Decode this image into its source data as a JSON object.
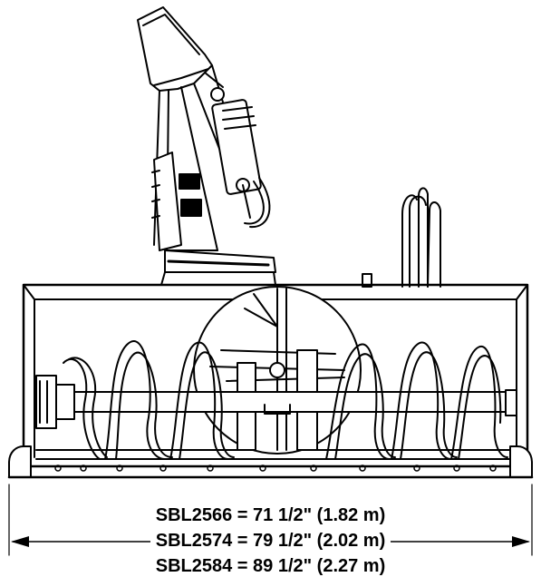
{
  "diagram": {
    "subject": "snow blower attachment front view",
    "dimensions": [
      {
        "model": "SBL2566",
        "label": "SBL2566 = 71 1/2\" (1.82 m)"
      },
      {
        "model": "SBL2574",
        "label": "SBL2574 = 79 1/2\" (2.02 m)"
      },
      {
        "model": "SBL2584",
        "label": "SBL2584 = 89 1/2\" (2.27 m)"
      }
    ],
    "colors": {
      "line": "#000000",
      "background": "#ffffff"
    }
  }
}
